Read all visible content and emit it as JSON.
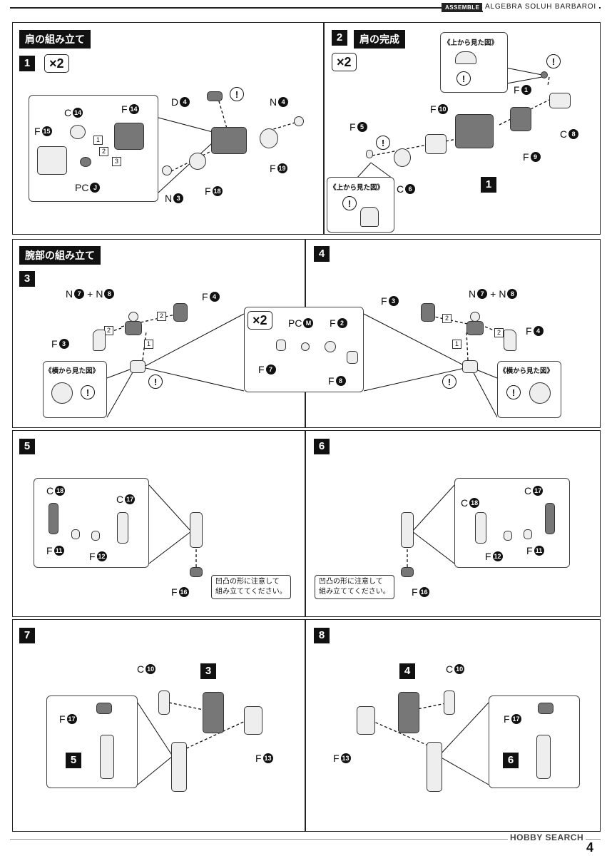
{
  "header": {
    "tag": "ASSEMBLE",
    "title": "ALGEBRA SOLUH BARBAROI"
  },
  "sections": {
    "shoulder_assembly": "肩の組み立て",
    "arm_assembly": "腕部の組み立て"
  },
  "steps": {
    "s1": "1",
    "s1_mult": "×2",
    "s2": "2",
    "s2_title": "肩の完成",
    "s2_mult": "×2",
    "s3": "3",
    "s4": "4",
    "s5": "5",
    "s6": "6",
    "s7": "7",
    "s8": "8",
    "s2_ref": "1",
    "s7_ref3": "3",
    "s7_ref5": "5",
    "s8_ref4": "4",
    "s8_ref6": "6"
  },
  "order": {
    "o1": "1",
    "o2": "2",
    "o3": "3"
  },
  "letters": {
    "C": "C",
    "F": "F",
    "D": "D",
    "N": "N",
    "PC": "PC"
  },
  "numbers": {
    "n1": "1",
    "n2": "2",
    "n3": "3",
    "n4": "4",
    "n5": "5",
    "n6": "6",
    "n7": "7",
    "n8": "8",
    "n9": "9",
    "n10": "10",
    "n11": "11",
    "n12": "12",
    "n13": "13",
    "n14": "14",
    "n15": "15",
    "n16": "16",
    "n17": "17",
    "n18": "18",
    "n19": "19",
    "J": "J",
    "M": "M"
  },
  "notes": {
    "top_view": "《上から見た図》",
    "side_view": "《横から見た図》",
    "caution_line1": "凹凸の形に注意して",
    "caution_line2": "組み立ててください。",
    "bang": "!",
    "plus": "+",
    "mult": "×2"
  },
  "footer": {
    "watermark": "HOBBY SEARCH",
    "page": "4"
  }
}
